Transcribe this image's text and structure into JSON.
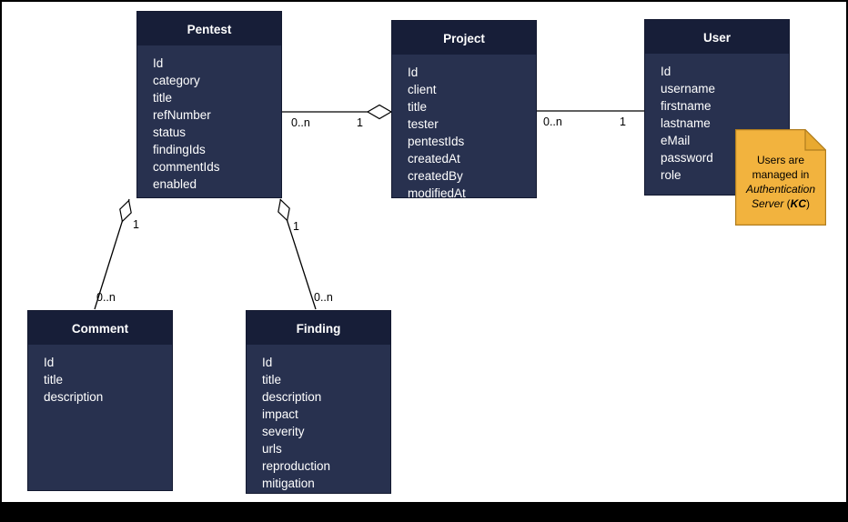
{
  "colors": {
    "frame": "#000000",
    "canvas_bg": "#ffffff",
    "entity_header_bg": "#171e38",
    "entity_body_bg": "#28314f",
    "entity_border": "#131930",
    "entity_text": "#ffffff",
    "connector": "#000000",
    "diamond_fill": "#ffffff",
    "note_bg": "#f2b33e",
    "note_fold": "#e8a930",
    "note_border": "#b07d1e",
    "note_text": "#000000"
  },
  "entities": [
    {
      "name": "Pentest",
      "fields": [
        "Id",
        "category",
        "title",
        "refNumber",
        "status",
        "findingIds",
        "commentIds",
        "enabled"
      ]
    },
    {
      "name": "Project",
      "fields": [
        "Id",
        "client",
        "title",
        "tester",
        "pentestIds",
        "createdAt",
        "createdBy",
        "modifiedAt"
      ]
    },
    {
      "name": "User",
      "fields": [
        "Id",
        "username",
        "firstname",
        "lastname",
        "eMail",
        "password",
        "role"
      ]
    },
    {
      "name": "Comment",
      "fields": [
        "Id",
        "title",
        "description"
      ]
    },
    {
      "name": "Finding",
      "fields": [
        "Id",
        "title",
        "description",
        "impact",
        "severity",
        "urls",
        "reproduction",
        "mitigation"
      ]
    }
  ],
  "relations": [
    {
      "id": "pentest-project",
      "from": "Pentest",
      "to": "Project",
      "from_label": "0..n",
      "to_label": "1",
      "aggregation_at": "Project"
    },
    {
      "id": "project-user",
      "from": "Project",
      "to": "User",
      "from_label": "0..n",
      "to_label": "1",
      "aggregation_at": null
    },
    {
      "id": "pentest-comment",
      "from": "Pentest",
      "to": "Comment",
      "from_label": "1",
      "to_label": "0..n",
      "aggregation_at": "Pentest"
    },
    {
      "id": "pentest-finding",
      "from": "Pentest",
      "to": "Finding",
      "from_label": "1",
      "to_label": "0..n",
      "aggregation_at": "Pentest"
    }
  ],
  "note": {
    "line1": "Users are",
    "line2": "managed in",
    "line3": "Authentication",
    "line4_italic": "Server",
    "line4_pre": " (",
    "line4_bold": "KC",
    "line4_post": ")"
  }
}
